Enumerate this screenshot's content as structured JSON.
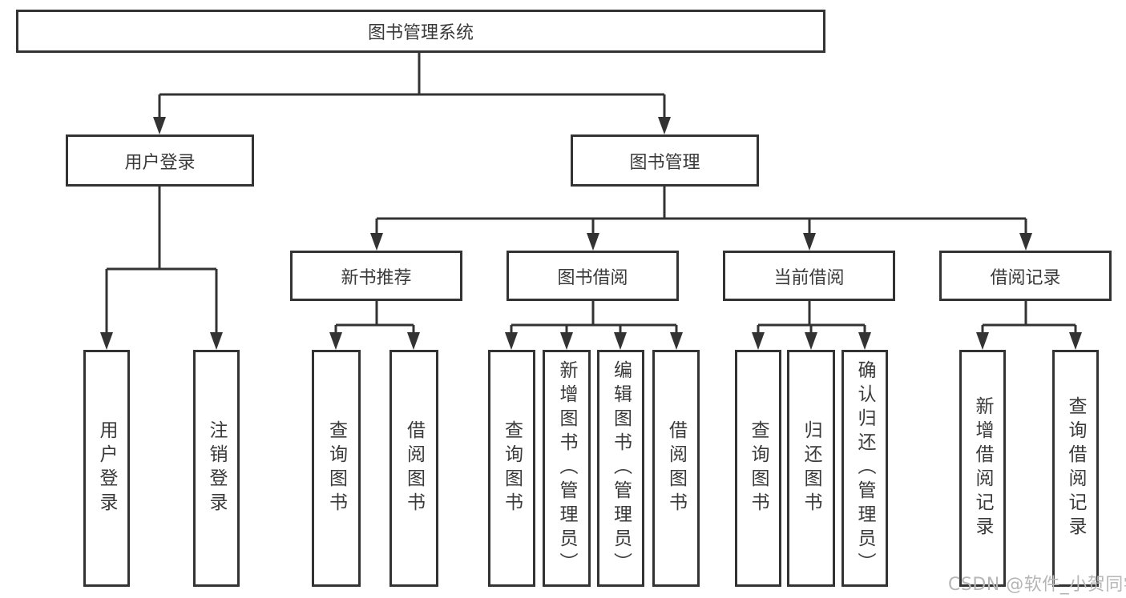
{
  "diagram": {
    "type": "hierarchy-tree",
    "root_label": "图书管理系统"
  },
  "nodes": {
    "root": {
      "label": "图书管理系统"
    },
    "user_login": {
      "label": "用户登录"
    },
    "book_mgmt": {
      "label": "图书管理"
    },
    "leaf_user_login": {
      "label": "用户登录"
    },
    "leaf_logout": {
      "label": "注销登录"
    },
    "new_book_rec": {
      "label": "新书推荐"
    },
    "book_borrow": {
      "label": "图书借阅"
    },
    "current_borrow": {
      "label": "当前借阅"
    },
    "borrow_records": {
      "label": "借阅记录"
    },
    "nb_query": {
      "label": "查询图书"
    },
    "nb_borrow": {
      "label": "借阅图书"
    },
    "bb_query": {
      "label": "查询图书"
    },
    "bb_add": {
      "label": "新增图书（管理员）"
    },
    "bb_edit": {
      "label": "编辑图书（管理员）"
    },
    "bb_borrow": {
      "label": "借阅图书"
    },
    "cb_query": {
      "label": "查询图书"
    },
    "cb_return": {
      "label": "归还图书"
    },
    "cb_confirm": {
      "label": "确认归还（管理员）"
    },
    "br_add": {
      "label": "新增借阅记录"
    },
    "br_query": {
      "label": "查询借阅记录"
    }
  },
  "hierarchy": {
    "图书管理系统": {
      "用户登录": [
        "用户登录",
        "注销登录"
      ],
      "图书管理": {
        "新书推荐": [
          "查询图书",
          "借阅图书"
        ],
        "图书借阅": [
          "查询图书",
          "新增图书（管理员）",
          "编辑图书（管理员）",
          "借阅图书"
        ],
        "当前借阅": [
          "查询图书",
          "归还图书",
          "确认归还（管理员）"
        ],
        "借阅记录": [
          "新增借阅记录",
          "查询借阅记录"
        ]
      }
    }
  },
  "watermark": {
    "text": "CSDN @软件_小贺同学"
  },
  "colors": {
    "line": "#333333",
    "border": "#333333",
    "text": "#3a3a3a",
    "watermark": "#b6b6b6",
    "background": "#ffffff"
  }
}
